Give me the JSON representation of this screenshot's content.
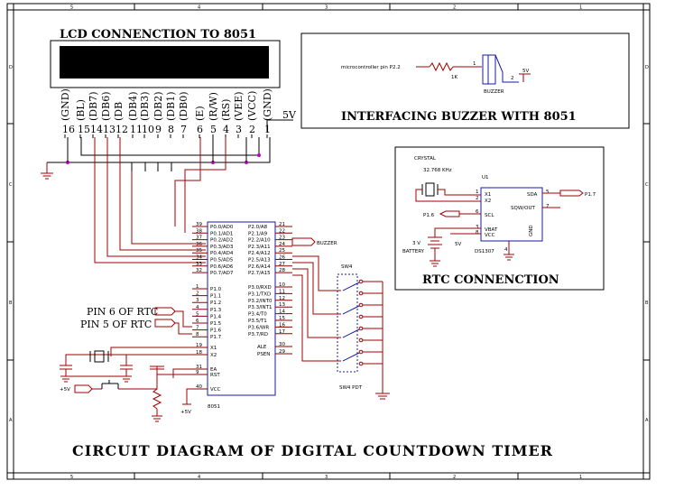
{
  "title": "CIRCUIT DIAGRAM OF DIGITAL COUNTDOWN TIMER",
  "border": {
    "top_numbers": [
      "5",
      "4",
      "3",
      "2",
      "1"
    ],
    "bottom_numbers": [
      "5",
      "4",
      "3",
      "2",
      "1"
    ],
    "side_letters": [
      "D",
      "C",
      "B",
      "A"
    ]
  },
  "lcd": {
    "title": "LCD CONNENCTION TO 8051",
    "pin_names": [
      "(GND)",
      "(BL)",
      "(DB7)",
      "(DB6)",
      "(DB",
      "(DB4)",
      "(DB3)",
      "(DB2)",
      "(DB1)",
      "(DB0)",
      "(E)",
      "(R/W)",
      "(RS)",
      "(VEE)",
      "(VCC)",
      "(GND)"
    ],
    "pin_numbers": [
      "16",
      "15",
      "14",
      "13",
      "12",
      "11",
      "10",
      "9",
      "8",
      "7",
      "6",
      "5",
      "4",
      "3",
      "2",
      "1"
    ],
    "supply": "5V"
  },
  "buzzer": {
    "title": "INTERFACING BUZZER WITH 8051",
    "input_label": "microcontroller pin P2.2",
    "resistor": "1K",
    "device": "BUZZER",
    "pin1": "1",
    "pin2": "2",
    "supply": "5V"
  },
  "rtc": {
    "title": "RTC CONNENCTION",
    "crystal": "CRYSTAL",
    "crystal_freq": "32.768 KHz",
    "ref": "U1",
    "chip": "DS1307",
    "pins_left": [
      {
        "num": "1",
        "name": "X1"
      },
      {
        "num": "2",
        "name": "X2"
      },
      {
        "num": "6",
        "name": "SCL"
      },
      {
        "num": "3",
        "name": "VBAT"
      },
      {
        "num": "8",
        "name": "VCC"
      }
    ],
    "pins_right": [
      {
        "num": "5",
        "name": "SDA"
      },
      {
        "num": "7",
        "name": "SQW/OUT"
      }
    ],
    "gnd_pin": "GND",
    "gnd_num": "4",
    "battery_v": "3 V",
    "battery": "BATTERY",
    "vcc_label": "5V",
    "p16": "P1.6",
    "p17": "P1.7"
  },
  "mcu": {
    "name": "8051",
    "port0": [
      {
        "num": "39",
        "name": "P0.0/AD0"
      },
      {
        "num": "38",
        "name": "P0.1/AD1"
      },
      {
        "num": "37",
        "name": "P0.2/AD2"
      },
      {
        "num": "36",
        "name": "P0.3/AD3"
      },
      {
        "num": "35",
        "name": "P0.4/AD4"
      },
      {
        "num": "34",
        "name": "P0.5/AD5"
      },
      {
        "num": "33",
        "name": "P0.6/AD6"
      },
      {
        "num": "32",
        "name": "P0.7/AD7"
      }
    ],
    "port1": [
      {
        "num": "1",
        "name": "P1.0"
      },
      {
        "num": "2",
        "name": "P1.1"
      },
      {
        "num": "3",
        "name": "P1.2"
      },
      {
        "num": "4",
        "name": "P1.3"
      },
      {
        "num": "5",
        "name": "P1.4"
      },
      {
        "num": "6",
        "name": "P1.5"
      },
      {
        "num": "7",
        "name": "P1.6"
      },
      {
        "num": "8",
        "name": "P1.7"
      }
    ],
    "port2": [
      {
        "num": "21",
        "name": "P2.0/A8"
      },
      {
        "num": "22",
        "name": "P2.1/A9"
      },
      {
        "num": "23",
        "name": "P2.2/A10"
      },
      {
        "num": "24",
        "name": "P2.3/A11"
      },
      {
        "num": "25",
        "name": "P2.4/A12"
      },
      {
        "num": "26",
        "name": "P2.5/A13"
      },
      {
        "num": "27",
        "name": "P2.6/A14"
      },
      {
        "num": "28",
        "name": "P2.7/A15"
      }
    ],
    "port3": [
      {
        "num": "10",
        "name": "P3.0/RXD"
      },
      {
        "num": "11",
        "name": "P3.1/TXD"
      },
      {
        "num": "12",
        "name": "P3.2/INT0"
      },
      {
        "num": "13",
        "name": "P3.3/INT1"
      },
      {
        "num": "14",
        "name": "P3.4/T0"
      },
      {
        "num": "15",
        "name": "P3.5/T1"
      },
      {
        "num": "16",
        "name": "P3.6/WR"
      },
      {
        "num": "17",
        "name": "P3.7/RD"
      }
    ],
    "misc_left": [
      {
        "num": "19",
        "name": "X1"
      },
      {
        "num": "18",
        "name": "X2"
      },
      {
        "num": "31",
        "name": "EA"
      },
      {
        "num": "9",
        "name": "RST"
      },
      {
        "num": "40",
        "name": "VCC"
      }
    ],
    "misc_right": [
      {
        "num": "30",
        "name": "ALE"
      },
      {
        "num": "29",
        "name": "PSEN"
      }
    ],
    "buzzer_tag": "BUZZER",
    "pin6_rtc": "PIN 6 OF RTC",
    "pin5_rtc": "PIN 5 OF RTC",
    "sw_top": "SW4",
    "sw_bottom": "SW4 PDT",
    "reset_supply": "+5V",
    "vcc_supply": "+5V"
  }
}
